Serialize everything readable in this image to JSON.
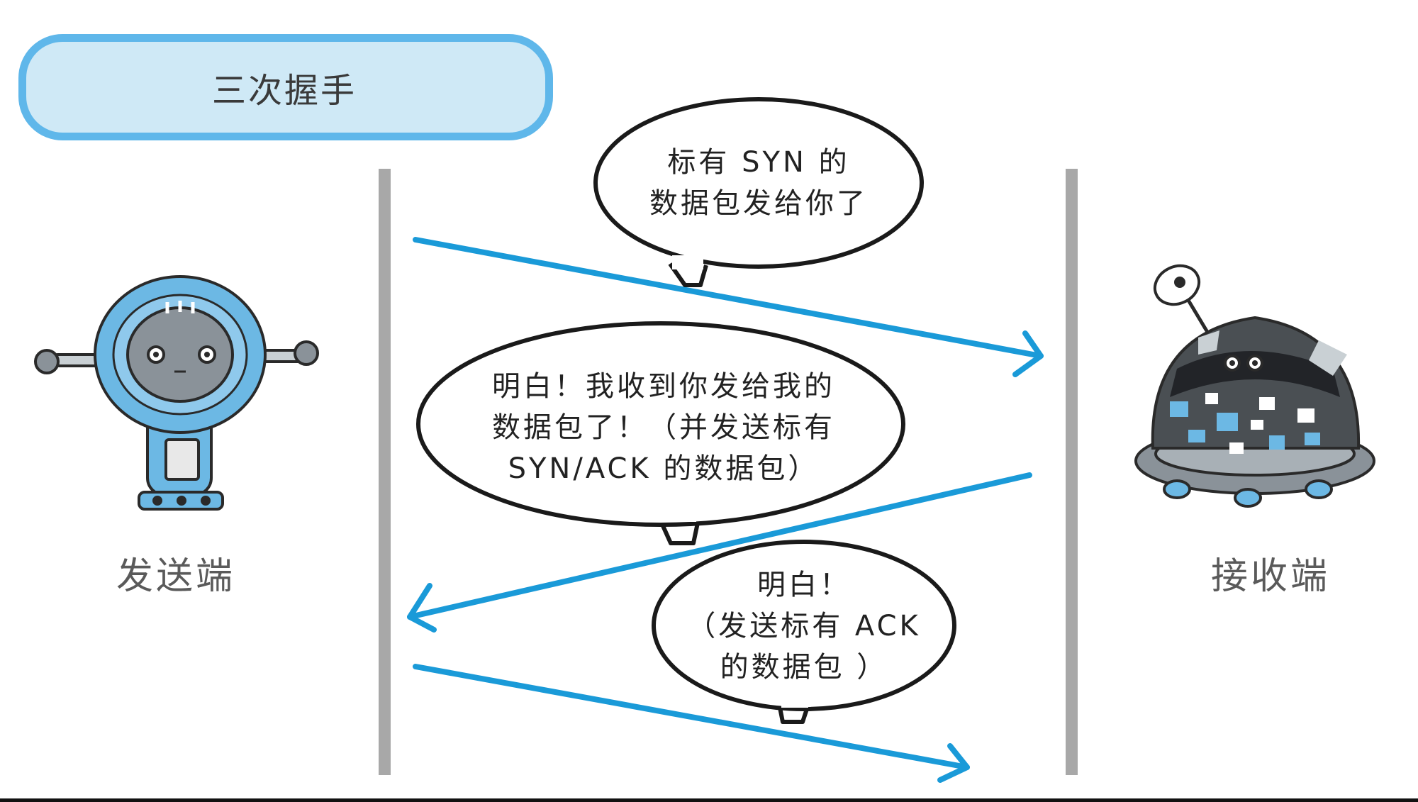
{
  "title": "三次握手",
  "sender": {
    "label": "发送端"
  },
  "receiver": {
    "label": "接收端"
  },
  "bubbles": {
    "syn": {
      "line1": "标有 SYN 的",
      "line2": "数据包发给你了"
    },
    "synack": {
      "line1": "明白！我收到你发给我的",
      "line2": "数据包了！（并发送标有",
      "line3": "SYN/ACK 的数据包）"
    },
    "ack": {
      "line1": "明白！",
      "line2": "（发送标有 ACK",
      "line3": "的数据包 ）"
    }
  },
  "colors": {
    "arrow": "#1a9ad8",
    "lifeline": "#a8a8a8",
    "title_fill": "#cfe9f6",
    "title_border": "#5fb7ea",
    "robot_blue": "#6cb8e4",
    "robot_gray": "#8a9299"
  },
  "icons": {
    "sender": "blue-robot-icon",
    "receiver": "dome-robot-icon"
  }
}
